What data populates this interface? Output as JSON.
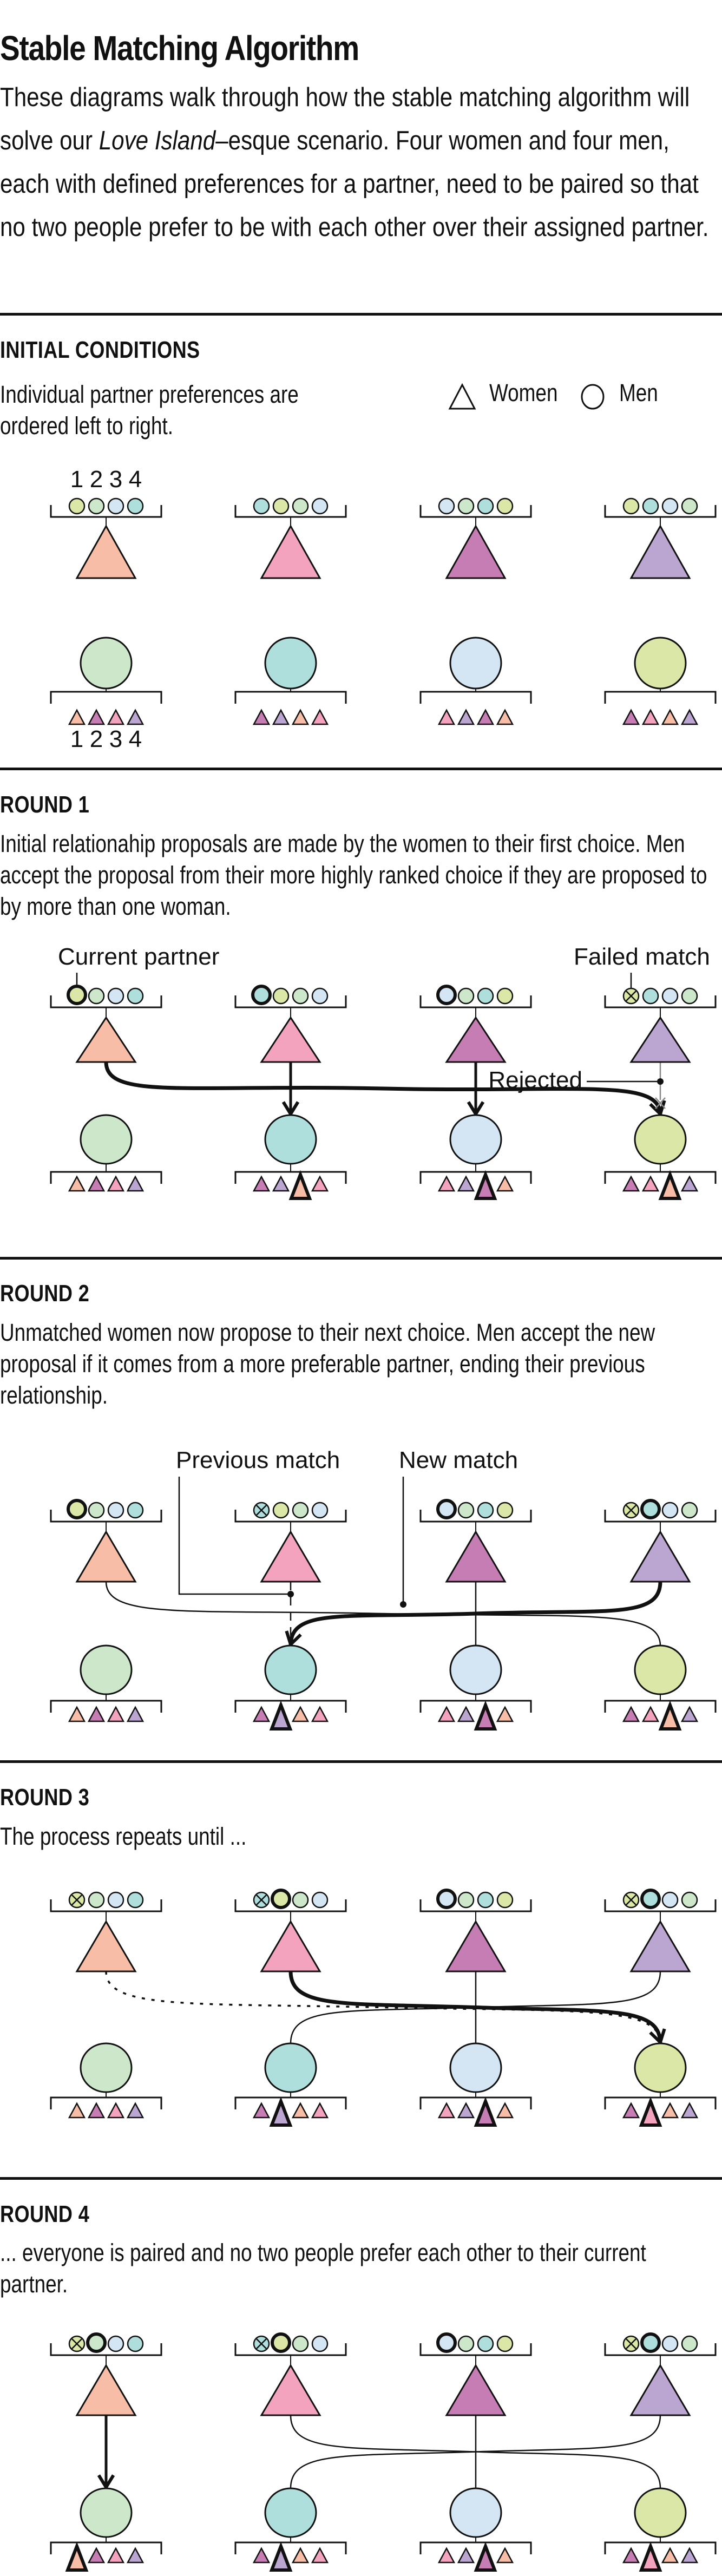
{
  "title": "Stable Matching Algorithm",
  "intro": {
    "before_italic": "These diagrams walk through how the stable matching algorithm will solve our ",
    "italic": "Love Island",
    "after_italic": "–esque scenario. Four women and four men, each with defined preferences for a partner, need to be paired so that no two people prefer to be with each other over their assigned partner."
  },
  "colors": {
    "women": [
      "#f8bda6",
      "#f4a3bf",
      "#c57db3",
      "#baa6d0"
    ],
    "men": [
      "#cde7cb",
      "#afdfdc",
      "#d4e5f4",
      "#dae7a6"
    ],
    "stroke": "#111111",
    "rejected_gray": "#888888"
  },
  "legend": {
    "women_label": "Women",
    "men_label": "Men",
    "women_icon": "triangle-outline-icon",
    "men_icon": "circle-outline-icon"
  },
  "people": {
    "women": [
      "W1",
      "W2",
      "W3",
      "W4"
    ],
    "men": [
      "M1",
      "M2",
      "M3",
      "M4"
    ]
  },
  "preferences": {
    "women": [
      [
        3,
        0,
        2,
        1
      ],
      [
        1,
        3,
        0,
        2
      ],
      [
        2,
        0,
        1,
        3
      ],
      [
        3,
        1,
        2,
        0
      ]
    ],
    "men": [
      [
        0,
        2,
        1,
        3
      ],
      [
        2,
        3,
        0,
        1
      ],
      [
        1,
        3,
        2,
        0
      ],
      [
        2,
        1,
        0,
        3
      ]
    ]
  },
  "rank_labels": [
    "1",
    "2",
    "3",
    "4"
  ],
  "sections": [
    {
      "id": "initial",
      "heading": "INITIAL  CONDITIONS",
      "paragraph": "Individual partner preferences are ordered left to right.",
      "women_marks": [
        [
          0,
          0,
          0,
          0
        ],
        [
          0,
          0,
          0,
          0
        ],
        [
          0,
          0,
          0,
          0
        ],
        [
          0,
          0,
          0,
          0
        ]
      ],
      "men_partner": [
        null,
        null,
        null,
        null
      ],
      "links": [],
      "annotations": []
    },
    {
      "id": "round-1",
      "heading": "ROUND 1",
      "paragraph": "Initial relationahip proposals are made by the women to their first choice. Men accept the proposal from their more highly ranked choice if they are proposed to by more than one woman.",
      "women_marks": [
        [
          "current",
          "",
          "",
          ""
        ],
        [
          "current",
          "",
          "",
          ""
        ],
        [
          "current",
          "",
          "",
          ""
        ],
        [
          "failed",
          "",
          "",
          ""
        ]
      ],
      "men_partner": [
        null,
        0,
        2,
        0
      ],
      "links": [
        {
          "from": 0,
          "to": 3,
          "style": "arrow-bold"
        },
        {
          "from": 1,
          "to": 1,
          "style": "arrow"
        },
        {
          "from": 2,
          "to": 2,
          "style": "arrow"
        },
        {
          "from": 3,
          "to": 3,
          "style": "rejected"
        }
      ],
      "annotations": [
        {
          "label": "Current partner",
          "target": "women-0-pref-0"
        },
        {
          "label": "Failed match",
          "target": "women-3-pref-0"
        },
        {
          "label": "Rejected",
          "target": "link-rejected"
        }
      ]
    },
    {
      "id": "round-2",
      "heading": "ROUND 2",
      "paragraph": "Unmatched women now propose to their next choice. Men accept the new proposal if it comes from a more preferable partner, ending their previous relationship.",
      "women_marks": [
        [
          "current",
          "",
          "",
          ""
        ],
        [
          "failed",
          "",
          "",
          ""
        ],
        [
          "current",
          "",
          "",
          ""
        ],
        [
          "failed",
          "current",
          "",
          ""
        ]
      ],
      "men_partner": [
        null,
        3,
        2,
        0
      ],
      "links": [
        {
          "from": 0,
          "to": 3,
          "style": "thin"
        },
        {
          "from": 1,
          "to": 1,
          "style": "dashed"
        },
        {
          "from": 2,
          "to": 2,
          "style": "thin"
        },
        {
          "from": 3,
          "to": 1,
          "style": "arrow-bold"
        }
      ],
      "annotations": [
        {
          "label": "Previous match",
          "target": "link-dashed"
        },
        {
          "label": "New match",
          "target": "link-new"
        }
      ]
    },
    {
      "id": "round-3",
      "heading": "ROUND 3",
      "paragraph": "The process repeats until ...",
      "women_marks": [
        [
          "failed",
          "",
          "",
          ""
        ],
        [
          "failed",
          "current",
          "",
          ""
        ],
        [
          "current",
          "",
          "",
          ""
        ],
        [
          "failed",
          "current",
          "",
          ""
        ]
      ],
      "men_partner": [
        null,
        3,
        2,
        1
      ],
      "links": [
        {
          "from": 0,
          "to": 3,
          "style": "dotted"
        },
        {
          "from": 1,
          "to": 3,
          "style": "arrow-bold"
        },
        {
          "from": 2,
          "to": 2,
          "style": "thin"
        },
        {
          "from": 3,
          "to": 1,
          "style": "thin"
        }
      ],
      "annotations": []
    },
    {
      "id": "round-4",
      "heading": "ROUND 4",
      "paragraph": "... everyone is paired and no two people prefer each other to their current partner.",
      "women_marks": [
        [
          "failed",
          "current",
          "",
          ""
        ],
        [
          "failed",
          "current",
          "",
          ""
        ],
        [
          "current",
          "",
          "",
          ""
        ],
        [
          "failed",
          "current",
          "",
          ""
        ]
      ],
      "men_partner": [
        0,
        3,
        2,
        1
      ],
      "links": [
        {
          "from": 0,
          "to": 0,
          "style": "arrow"
        },
        {
          "from": 1,
          "to": 3,
          "style": "thin"
        },
        {
          "from": 2,
          "to": 2,
          "style": "thin"
        },
        {
          "from": 3,
          "to": 1,
          "style": "thin"
        }
      ],
      "annotations": []
    }
  ]
}
